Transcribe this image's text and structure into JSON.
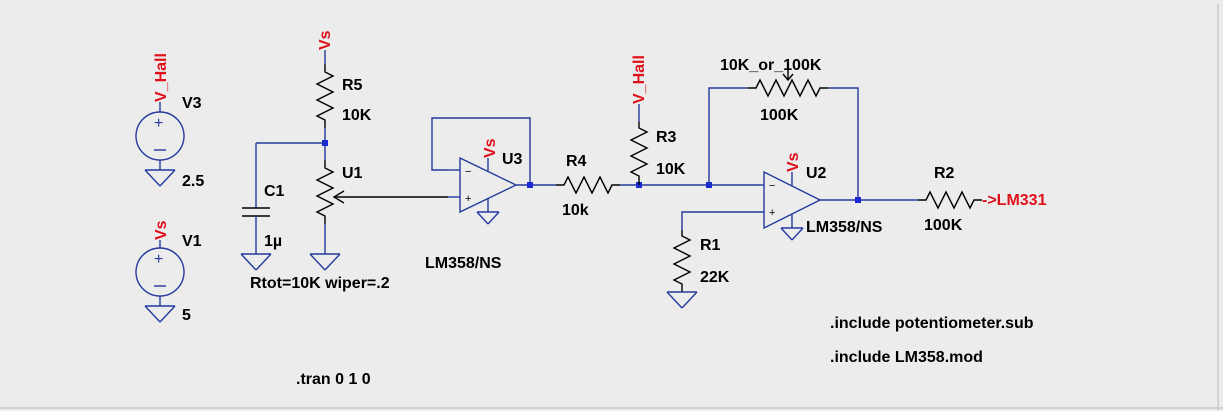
{
  "nets": {
    "vhall_v3": "V_Hall",
    "vs_v1": "Vs",
    "vs_r5": "Vs",
    "vhall_r3": "V_Hall",
    "vs_u3": "Vs",
    "vs_u2": "Vs",
    "out": "->LM331"
  },
  "components": {
    "v3_name": "V3",
    "v3_value": "2.5",
    "v1_name": "V1",
    "v1_value": "5",
    "r5_name": "R5",
    "r5_value": "10K",
    "c1_name": "C1",
    "c1_value": "1µ",
    "u1_name": "U1",
    "u1_params": "Rtot=10K wiper=.2",
    "u3_name": "U3",
    "u3_model": "LM358/NS",
    "r4_name": "R4",
    "r4_value": "10k",
    "r3_name": "R3",
    "r3_value": "10K",
    "rf_name": "10K_or_100K",
    "rf_value": "100K",
    "u2_name": "U2",
    "u2_model": "LM358/NS",
    "r1_name": "R1",
    "r1_value": "22K",
    "r2_name": "R2",
    "r2_value": "100K"
  },
  "directives": {
    "include1": ".include potentiometer.sub",
    "include2": ".include LM358.mod",
    "tran": ".tran 0 1 0"
  }
}
